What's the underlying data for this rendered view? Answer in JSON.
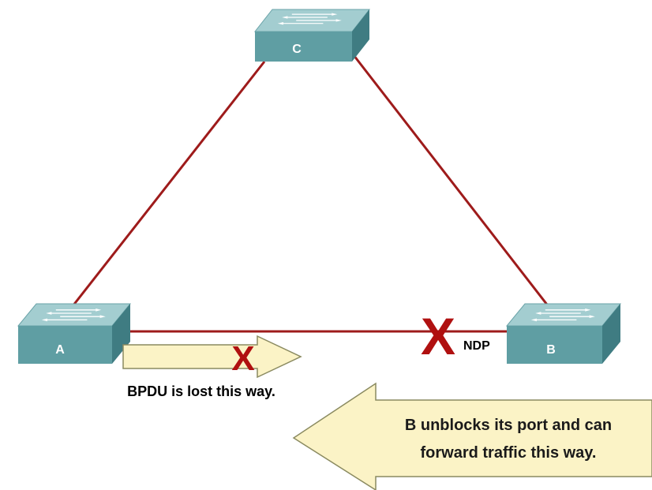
{
  "switches": {
    "a": {
      "label": "A"
    },
    "b": {
      "label": "B"
    },
    "c": {
      "label": "C"
    }
  },
  "blocked_port": {
    "mark": "X",
    "label": "NDP"
  },
  "lost_bpdu": {
    "mark": "X",
    "caption": "BPDU is lost this way."
  },
  "forward_note": {
    "line1": "B unblocks its port and can",
    "line2": "forward traffic this way."
  },
  "colors": {
    "link": "#9e1b1b",
    "switch_top": "#a3cdd0",
    "switch_front": "#5f9ea3",
    "switch_side": "#3f7c82",
    "arrow_fill": "#fbf3c6",
    "arrow_stroke": "#8a8a60",
    "x_mark": "#b01010"
  }
}
